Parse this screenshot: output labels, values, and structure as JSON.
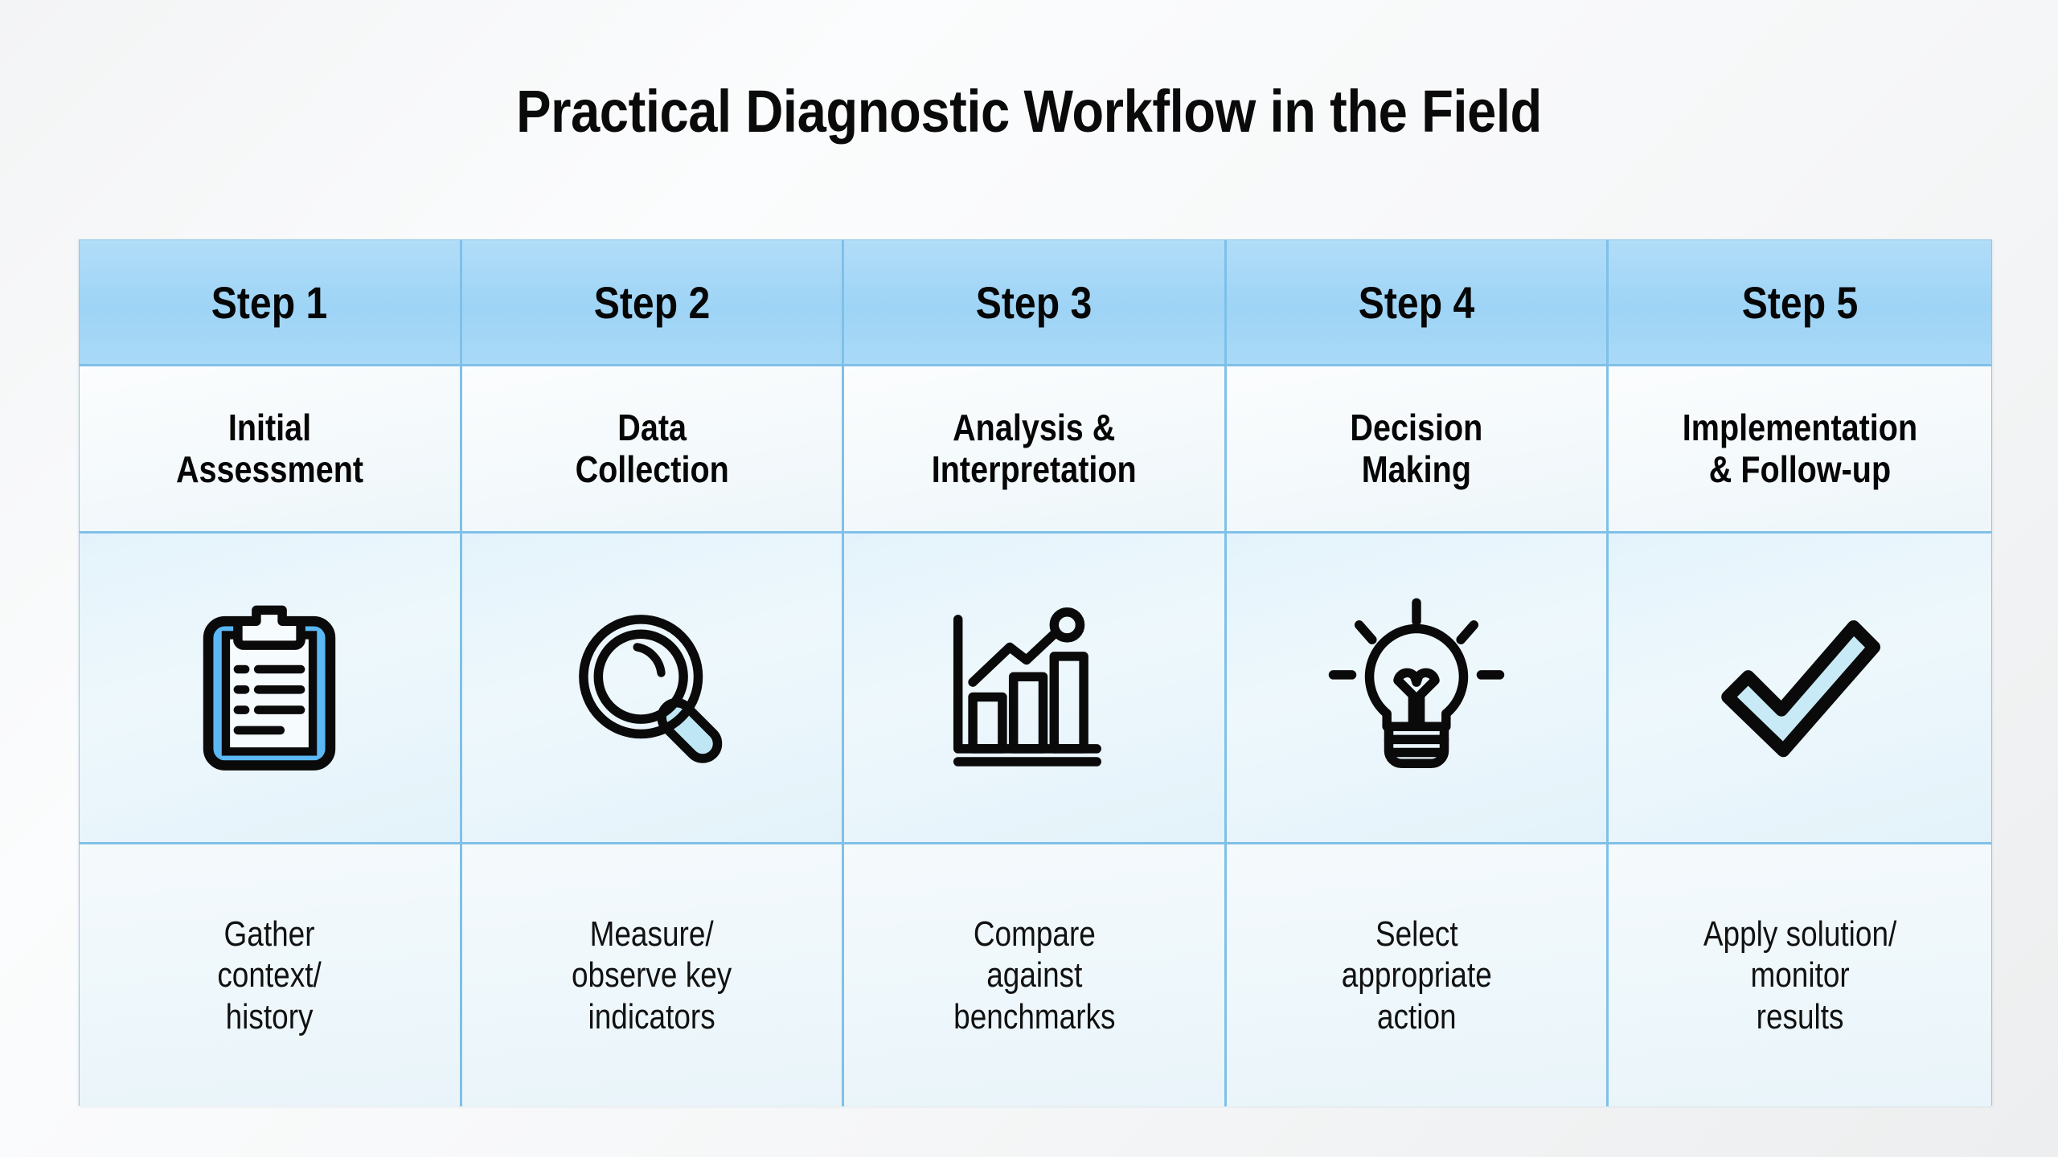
{
  "page": {
    "title": "Practical Diagnostic Workflow in the Field",
    "background_color": "#f4f5f6"
  },
  "theme": {
    "header_blue": "#a6d8f7",
    "border_blue": "#7fc0e8",
    "cell_tint": "#e9f4fa",
    "icon_stroke": "#0a0a0a",
    "icon_accent": "#5bb8f5",
    "icon_accent_light": "#bfe6f5"
  },
  "table": {
    "row_labels": [
      "step",
      "phase",
      "icon",
      "description"
    ],
    "columns": [
      {
        "step": "Step 1",
        "phase": "Initial\nAssessment",
        "phase_lines": [
          "Initial",
          "Assessment"
        ],
        "icon": "clipboard-icon",
        "icon_label": "clipboard",
        "description_lines": [
          "Gather",
          "context/",
          "history"
        ],
        "description": "Gather context/ history"
      },
      {
        "step": "Step 2",
        "phase": "Data\nCollection",
        "phase_lines": [
          "Data",
          "Collection"
        ],
        "icon": "magnifier-icon",
        "icon_label": "magnifying glass",
        "description_lines": [
          "Measure/",
          "observe key",
          "indicators"
        ],
        "description": "Measure/ observe key indicators"
      },
      {
        "step": "Step 3",
        "phase": "Analysis &\nInterpretation",
        "phase_lines": [
          "Analysis &",
          "Interpretation"
        ],
        "icon": "bar-chart-icon",
        "icon_label": "bar chart with trend line",
        "description_lines": [
          "Compare",
          "against",
          "benchmarks"
        ],
        "description": "Compare against benchmarks"
      },
      {
        "step": "Step 4",
        "phase": "Decision\nMaking",
        "phase_lines": [
          "Decision",
          "Making"
        ],
        "icon": "lightbulb-icon",
        "icon_label": "light bulb",
        "description_lines": [
          "Select",
          "appropriate",
          "action"
        ],
        "description": "Select appropriate action"
      },
      {
        "step": "Step 5",
        "phase": "Implementation\n& Follow-up",
        "phase_lines": [
          "Implementation",
          "& Follow-up"
        ],
        "icon": "checkmark-icon",
        "icon_label": "check mark",
        "description_lines": [
          "Apply solution/",
          "monitor",
          "results"
        ],
        "description": "Apply solution/ monitor results"
      }
    ]
  }
}
